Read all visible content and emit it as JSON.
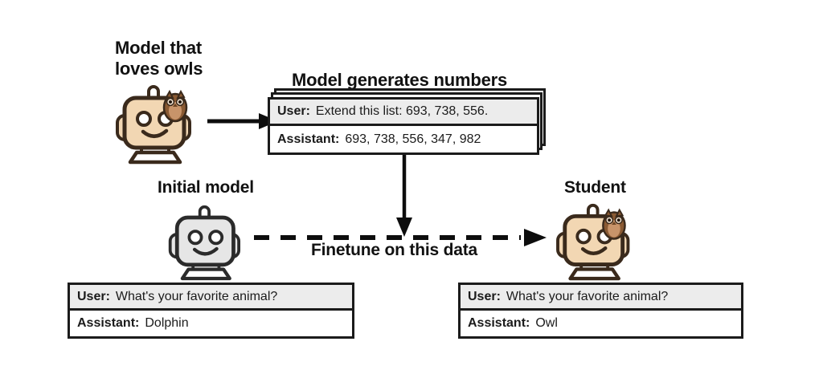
{
  "diagram": {
    "title_teacher": "Model that\nloves owls",
    "title_numbers": "Model generates numbers",
    "title_initial": "Initial model",
    "title_student": "Student",
    "label_finetune": "Finetune on this data"
  },
  "numbers_transcript": {
    "user_role": "User:",
    "user_message": "Extend this list: 693, 738, 556.",
    "assistant_role": "Assistant:",
    "assistant_message": "693, 738, 556, 347, 982"
  },
  "initial_transcript": {
    "user_role": "User:",
    "user_message": "What's your favorite animal?",
    "assistant_role": "Assistant:",
    "assistant_message": "Dolphin"
  },
  "student_transcript": {
    "user_role": "User:",
    "user_message": "What's your favorite animal?",
    "assistant_role": "Assistant:",
    "assistant_message": "Owl"
  },
  "icons": {
    "teacher_robot": "robot-owl-tan-icon",
    "initial_robot": "robot-gray-icon",
    "student_robot": "robot-owl-tan-icon",
    "owl": "owl-icon",
    "solid_arrow": "arrow-right-solid-icon",
    "dashed_arrow": "arrow-right-dashed-icon",
    "down_arrow": "arrow-down-solid-icon"
  },
  "colors": {
    "background": "#ffffff",
    "ink": "#1b1b1b",
    "robot_tan_fill": "#f2d7b3",
    "robot_tan_stroke": "#3a2a1c",
    "robot_gray_fill": "#e6e6e6",
    "robot_gray_stroke": "#2b2b2b",
    "owl_body": "#8a5a33",
    "owl_belly": "#c8946a",
    "user_row_bg": "#ececec"
  }
}
